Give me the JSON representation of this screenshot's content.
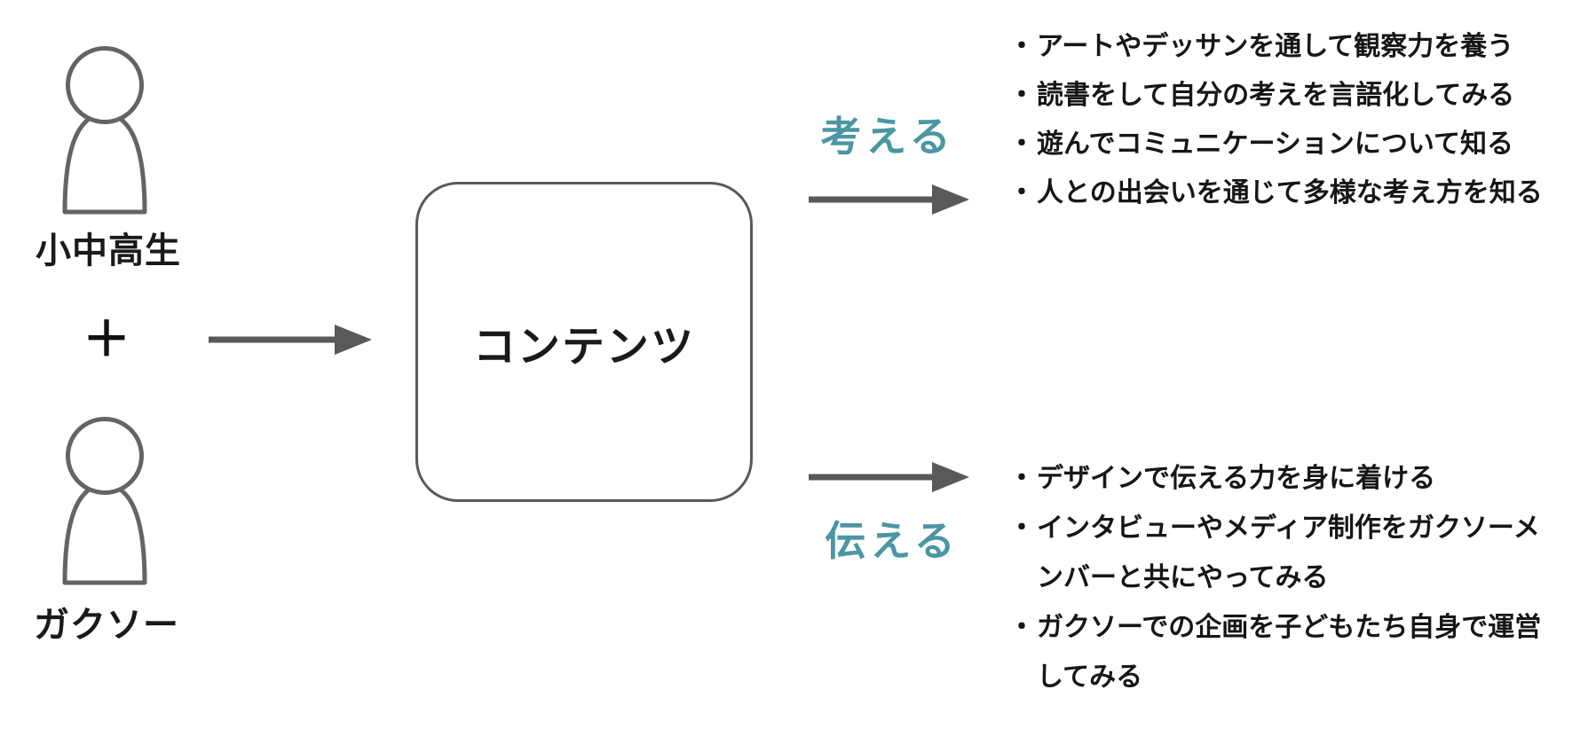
{
  "colors": {
    "teal_accent": "#4a96a3",
    "arrow_gray": "#595959",
    "icon_outline_gray": "#646464",
    "text_black": "#1a1a1a"
  },
  "bullet": "・",
  "left_side": {
    "actor_top": {
      "label": "小中高生",
      "icon": "person-icon"
    },
    "plus": "＋",
    "actor_bottom": {
      "label": "ガクソー",
      "icon": "person-icon"
    }
  },
  "center": {
    "box_label": "コンテンツ"
  },
  "branches": {
    "think": {
      "label": "考える",
      "items": [
        "アートやデッサンを通して観察力を養う",
        "読書をして自分の考えを言語化してみる",
        "遊んでコミュニケーションについて知る",
        "人との出会いを通じて多様な考え方を知る"
      ]
    },
    "tell": {
      "label": "伝える",
      "items": [
        "デザインで伝える力を身に着ける",
        "インタビューやメディア制作をガクソーメ\nンバーと共にやってみる",
        "ガクソーでの企画を子どもたち自身で運営\nしてみる"
      ]
    }
  }
}
